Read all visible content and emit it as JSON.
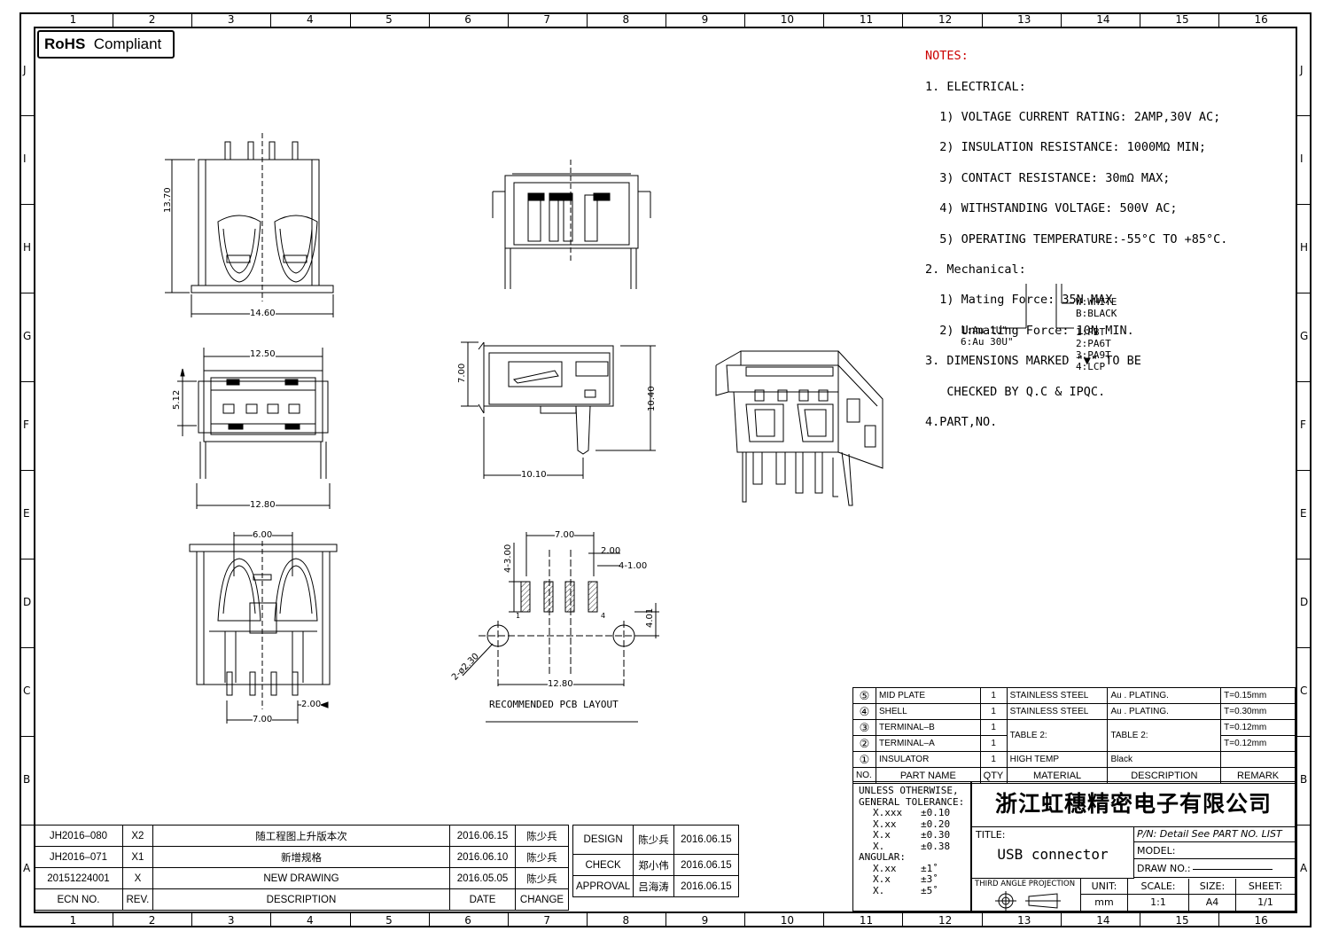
{
  "zones": {
    "cols": [
      "1",
      "2",
      "3",
      "4",
      "5",
      "6",
      "7",
      "8",
      "9",
      "10",
      "11",
      "12",
      "13",
      "14",
      "15",
      "16"
    ],
    "rows": [
      "J",
      "I",
      "H",
      "G",
      "F",
      "E",
      "D",
      "C",
      "B",
      "A"
    ]
  },
  "badge": {
    "prefix": "RoHS",
    "suffix": "Compliant"
  },
  "notes": {
    "title": "NOTES:",
    "lines": [
      "1. ELECTRICAL:",
      "  1) VOLTAGE CURRENT RATING: 2AMP,30V AC;",
      "  2) INSULATION RESISTANCE: 1000MΩ MIN;",
      "  3) CONTACT RESISTANCE: 30mΩ MAX;",
      "  4) WITHSTANDING VOLTAGE: 500V AC;",
      "  5) OPERATING TEMPERATURE:-55°C TO +85°C.",
      "2. Mechanical:",
      "  1) Mating Force: 35N MAX",
      "  2) Unmating Force: 10N MIN.",
      "3. DIMENSIONS MARKED \"▼\" TO BE",
      "   CHECKED BY Q.C & IPQC.",
      "4.PART,NO."
    ]
  },
  "part_code": {
    "plating": [
      "1:Au 1U\"",
      "6:Au 30U\""
    ],
    "color": [
      "W:WHITE",
      "B:BLACK"
    ],
    "material": [
      "1:PBT",
      "2:PA6T",
      "3:PA9T",
      "4:LCP"
    ]
  },
  "dims": {
    "top_height": "13.70",
    "top_width": "14.60",
    "front_top": "12.50",
    "front_height": "5.12",
    "front_bottom": "12.80",
    "side_height": "7.00",
    "side_total": "10.40",
    "side_depth": "10.10",
    "bottom_top": "6.00",
    "bottom_pitch": "7.00",
    "bottom_pin": "2.00",
    "pcb_pitch": "7.00",
    "pcb_pad": "2.00",
    "pcb_pad_w": "4-1.00",
    "pcb_pad_h": "4-3.00",
    "pcb_offset": "4.01",
    "pcb_hole": "2-ø2.30",
    "pcb_span": "12.80",
    "pin1": "1",
    "pin4": "4",
    "pcb_label": "RECOMMENDED PCB LAYOUT"
  },
  "bom": {
    "rows": [
      {
        "no": "⑤",
        "part": "MID PLATE",
        "qty": "1",
        "material": "STAINLESS STEEL",
        "desc": "Au . PLATING.",
        "remark": "T=0.15mm"
      },
      {
        "no": "④",
        "part": "SHELL",
        "qty": "1",
        "material": "STAINLESS STEEL",
        "desc": "Au . PLATING.",
        "remark": "T=0.30mm"
      },
      {
        "no": "③",
        "part": "TERMINAL–B",
        "qty": "1",
        "material": "TABLE 2:",
        "desc": "TABLE 2:",
        "remark": "T=0.12mm"
      },
      {
        "no": "②",
        "part": "TERMINAL–A",
        "qty": "1",
        "material": "",
        "desc": "",
        "remark": "T=0.12mm"
      },
      {
        "no": "①",
        "part": "INSULATOR",
        "qty": "1",
        "material": "HIGH TEMP",
        "desc": "Black",
        "remark": ""
      }
    ],
    "header": {
      "no": "NO.",
      "part": "PART NAME",
      "qty": "QTY",
      "material": "MATERIAL",
      "desc": "DESCRIPTION",
      "remark": "REMARK"
    }
  },
  "revisions": {
    "rows": [
      {
        "ecn": "JH2016–080",
        "rev": "X2",
        "desc": "随工程图上升版本次",
        "date": "2016.06.15",
        "change": "陈少兵"
      },
      {
        "ecn": "JH2016–071",
        "rev": "X1",
        "desc": "新增规格",
        "date": "2016.06.10",
        "change": "陈少兵"
      },
      {
        "ecn": "20151224001",
        "rev": "X",
        "desc": "NEW DRAWING",
        "date": "2016.05.05",
        "change": "陈少兵"
      }
    ],
    "header": {
      "ecn": "ECN NO.",
      "rev": "REV.",
      "desc": "DESCRIPTION",
      "date": "DATE",
      "change": "CHANGE"
    }
  },
  "signoff": [
    {
      "role": "DESIGN",
      "name": "陈少兵",
      "date": "2016.06.15"
    },
    {
      "role": "CHECK",
      "name": "郑小伟",
      "date": "2016.06.15"
    },
    {
      "role": "APPROVAL",
      "name": "吕海涛",
      "date": "2016.06.15"
    }
  ],
  "tolerance": {
    "title1": "UNLESS OTHERWISE,",
    "title2": "GENERAL TOLERANCE:",
    "linear": [
      [
        "X.xxx",
        "±0.10"
      ],
      [
        "X.xx",
        "±0.20"
      ],
      [
        "X.x",
        "±0.30"
      ],
      [
        "X.",
        "±0.38"
      ]
    ],
    "angular_label": "ANGULAR:",
    "angular": [
      [
        "X.xx",
        "±1˚"
      ],
      [
        "X.x",
        "±3˚"
      ],
      [
        "X.",
        "±5˚"
      ]
    ]
  },
  "titleblock": {
    "company": "浙江虹穗精密电子有限公司",
    "title_label": "TITLE:",
    "title": "USB connector",
    "pn": "P/N: Detail See PART NO. LIST",
    "model": "MODEL:",
    "drawno": "DRAW NO.:",
    "projection": "THIRD ANGLE PROJECTION",
    "unit_label": "UNIT:",
    "unit": "mm",
    "scale_label": "SCALE:",
    "scale": "1:1",
    "size_label": "SIZE:",
    "size": "A4",
    "sheet_label": "SHEET:",
    "sheet": "1/1"
  }
}
